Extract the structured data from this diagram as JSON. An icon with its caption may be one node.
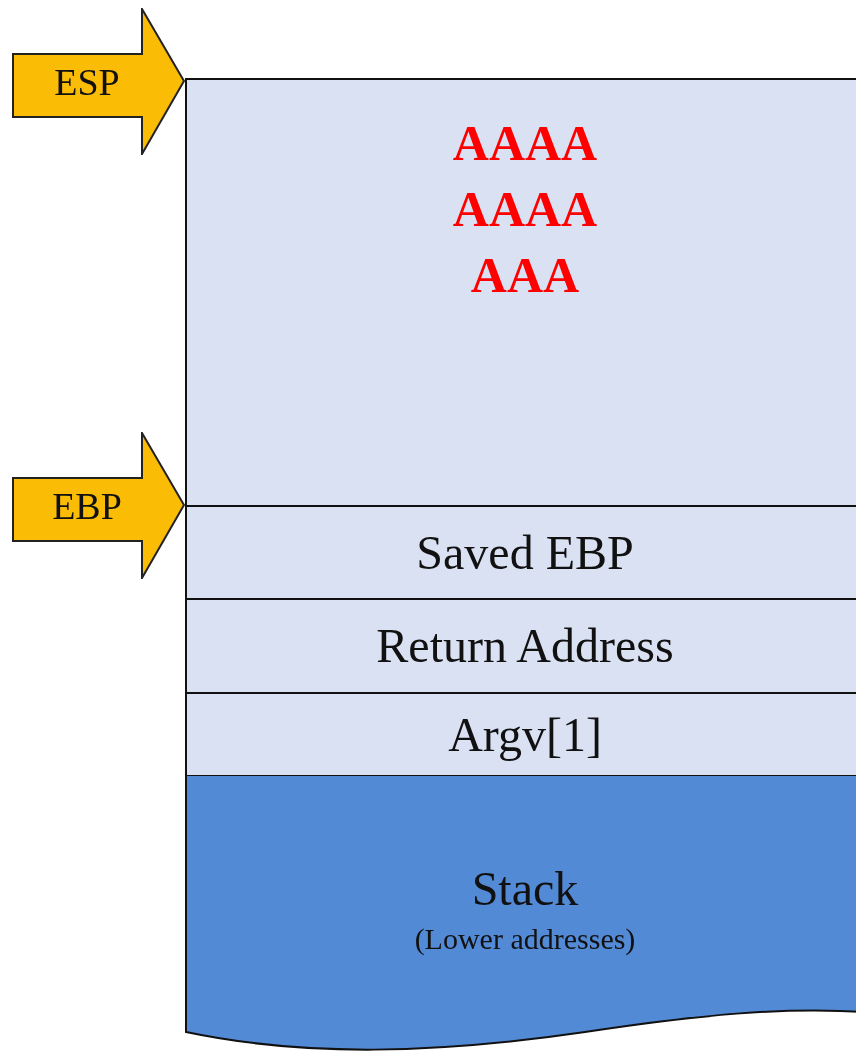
{
  "diagram": {
    "nodes": [
      {
        "text": [
          "ESP"
        ]
      },
      {
        "text": [
          "AAAA",
          "AAAA",
          "AAA"
        ]
      },
      {
        "text": [
          "EBP"
        ]
      },
      {
        "text": [
          "Saved EBP"
        ]
      },
      {
        "text": [
          "Return Address"
        ]
      },
      {
        "text": [
          "Argv[1]"
        ]
      },
      {
        "text": [
          "Stack",
          "(Lower addresses)"
        ]
      }
    ]
  }
}
